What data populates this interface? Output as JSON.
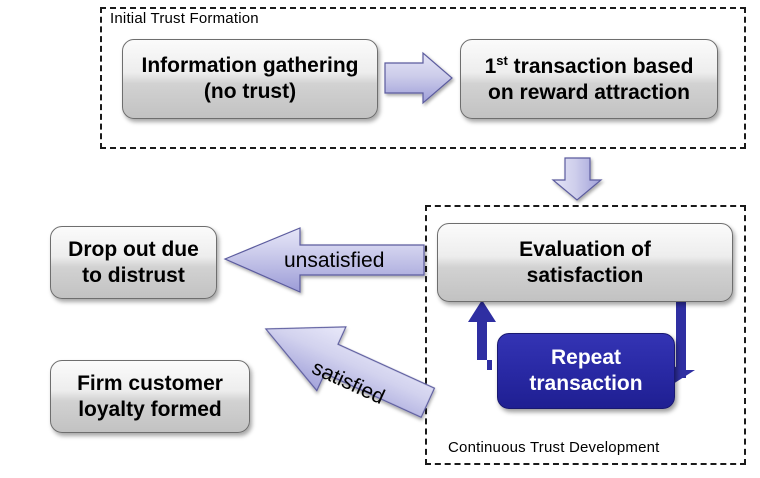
{
  "diagram": {
    "title_top_group": "Initial Trust Formation",
    "title_bottom_group": "Continuous Trust Development",
    "nodes": {
      "information_gathering": {
        "line1": "Information gathering",
        "line2": "(no trust)"
      },
      "first_transaction": {
        "prefix": "1",
        "sup": "st",
        "rest": " transaction based",
        "line2": "on reward attraction"
      },
      "drop_out": {
        "line1": "Drop out due",
        "line2": "to distrust"
      },
      "loyalty": {
        "line1": "Firm customer",
        "line2": "loyalty formed"
      },
      "evaluation": {
        "line1": "Evaluation of",
        "line2": "satisfaction"
      },
      "repeat": {
        "line1": "Repeat",
        "line2": "transaction"
      }
    },
    "edges": {
      "unsatisfied_label": "unsatisfied",
      "satisfied_label": "satisfied",
      "gathering_to_transaction": "right-arrow",
      "top_to_bottom": "down-arrow",
      "repeat_loop_up": "loop-up-arrow",
      "evaluation_loop_down": "loop-down-arrow"
    },
    "colors": {
      "arrow_fill_light": "#cfcfee",
      "arrow_fill_dark": "#9a9ad6",
      "arrow_stroke": "#5b5b9e",
      "blue_box": "#2323a0",
      "gray_box_top": "#fbfbfb",
      "gray_box_bottom": "#c2c2c2",
      "dashed_border": "#1a1a1a",
      "loop_arrow": "#2f2fa2"
    }
  }
}
